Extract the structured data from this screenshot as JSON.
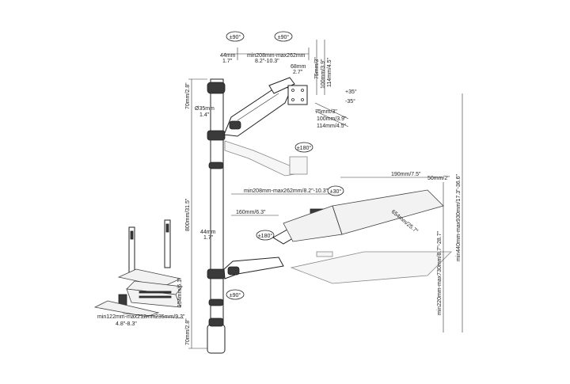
{
  "labels": {
    "rot_left_top": "±90°",
    "rot_right_top": "±90°",
    "arm_offset_mm": "44mm",
    "arm_offset_in": "1.7\"",
    "arm_reach_mm": "min208mm-max262mm",
    "arm_reach_in": "8.2\"-10.3\"",
    "vesa_offset_mm": "68mm",
    "vesa_offset_in": "2.7\"",
    "vesa_h1": "75mm/3\"",
    "vesa_h2": "100mm/3.9\"",
    "vesa_h3": "114mm/4.5\"",
    "tilt_up": "+35°",
    "tilt_down": "-35°",
    "vesa_w1": "75mm/3\"",
    "vesa_w2": "100mm/3.9\"",
    "vesa_w3": "114mm/4.5\"",
    "swivel_180_monitor": "±180°",
    "pole_cap": "70mm/2.8\"",
    "pole_dia_mm": "Ø35mm",
    "pole_dia_in": "1.4\"",
    "pole_height": "800mm/31.5\"",
    "kb_reach": "min208mm-max262mm/8.2\"-10.3\"",
    "kb_rot": "±30°",
    "kb_width": "190mm/7.5\"",
    "kb_mouse": "50mm/2\"",
    "kb_arm_len": "160mm/6.3\"",
    "kb_offset_mm": "44mm",
    "kb_offset_in": "1.7\"",
    "kb_swivel": "±180°",
    "kb_depth": "654mm/25.7\"",
    "kb_lower_swivel": "±90°",
    "kb_height_range": "min220mm-max730mm/8.7\"-28.7\"",
    "total_height": "min440mm-max930mm/17.3\"-36.6\"",
    "cpu_height": "154mm/6.1\"",
    "cpu_width": "235mm/9.3\"",
    "cpu_depth_mm": "min122mm-max212mm",
    "cpu_depth_in": "4.8\"-8.3\"",
    "base_clamp": "70mm/2.8\""
  }
}
